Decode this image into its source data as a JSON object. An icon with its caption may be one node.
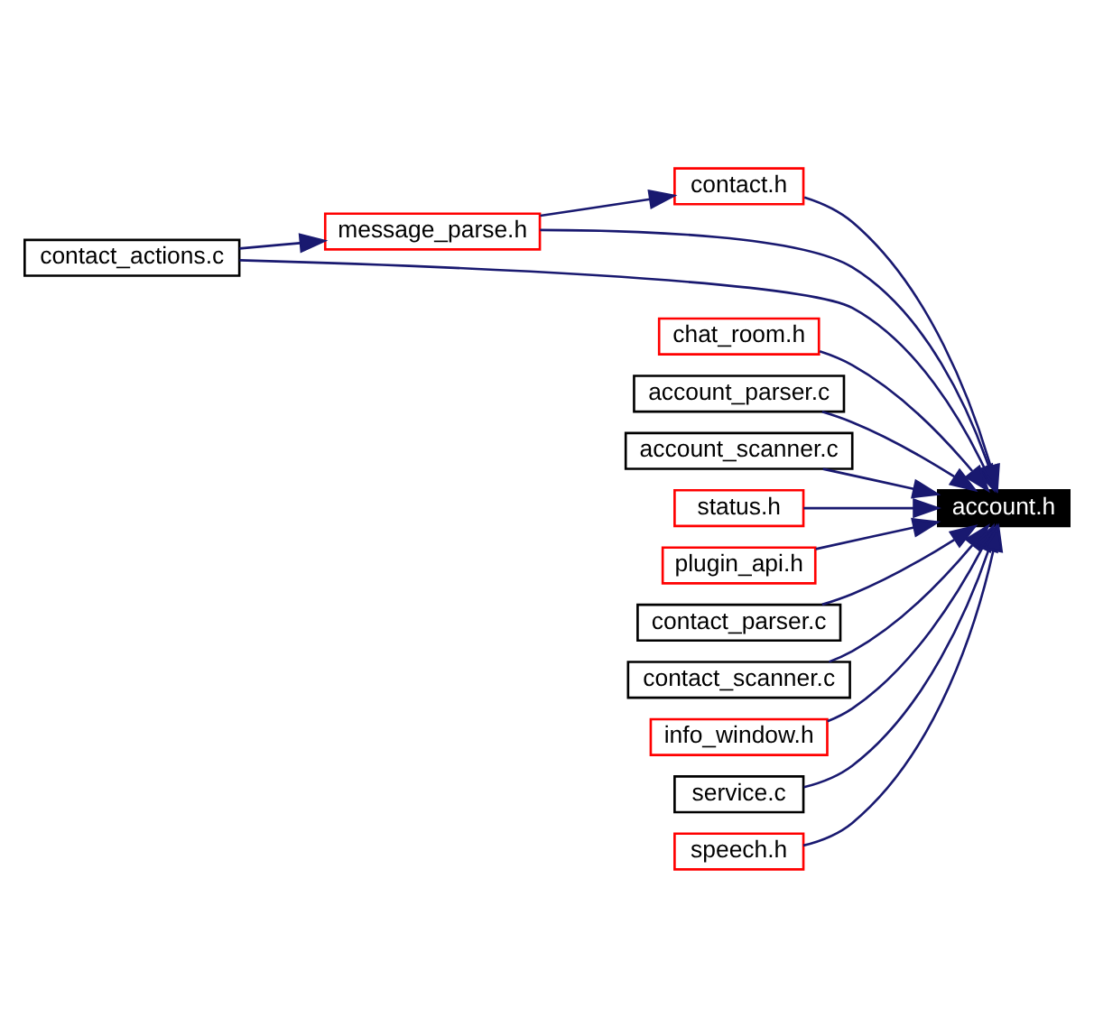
{
  "diagram": {
    "nodes": [
      {
        "text": [
          "contact_actions.c"
        ]
      },
      {
        "text": [
          "message_parse.h"
        ]
      },
      {
        "text": [
          "contact.h"
        ]
      },
      {
        "text": [
          "chat_room.h"
        ]
      },
      {
        "text": [
          "account_parser.c"
        ]
      },
      {
        "text": [
          "account_scanner.c"
        ]
      },
      {
        "text": [
          "status.h"
        ]
      },
      {
        "text": [
          "account.h"
        ]
      },
      {
        "text": [
          "plugin_api.h"
        ]
      },
      {
        "text": [
          "contact_parser.c"
        ]
      },
      {
        "text": [
          "contact_scanner.c"
        ]
      },
      {
        "text": [
          "info_window.h"
        ]
      },
      {
        "text": [
          "service.c"
        ]
      },
      {
        "text": [
          "speech.h"
        ]
      }
    ],
    "edges": [
      {
        "from": 0,
        "to": 7,
        "arrow": "to"
      },
      {
        "from": 0,
        "to": 1,
        "arrow": "to"
      },
      {
        "from": 1,
        "to": 7,
        "arrow": "to"
      },
      {
        "from": 1,
        "to": 2,
        "arrow": "to"
      },
      {
        "from": 2,
        "to": 7,
        "arrow": "to"
      },
      {
        "from": 3,
        "to": 7,
        "arrow": "to"
      },
      {
        "from": 4,
        "to": 7,
        "arrow": "to"
      },
      {
        "from": 5,
        "to": 7,
        "arrow": "to"
      },
      {
        "from": 6,
        "to": 7,
        "arrow": "to"
      },
      {
        "from": 8,
        "to": 7,
        "arrow": "to"
      },
      {
        "from": 9,
        "to": 7,
        "arrow": "to"
      },
      {
        "from": 10,
        "to": 7,
        "arrow": "to"
      },
      {
        "from": 11,
        "to": 7,
        "arrow": "to"
      },
      {
        "from": 12,
        "to": 7,
        "arrow": "to"
      },
      {
        "from": 13,
        "to": 7,
        "arrow": "to"
      }
    ]
  }
}
